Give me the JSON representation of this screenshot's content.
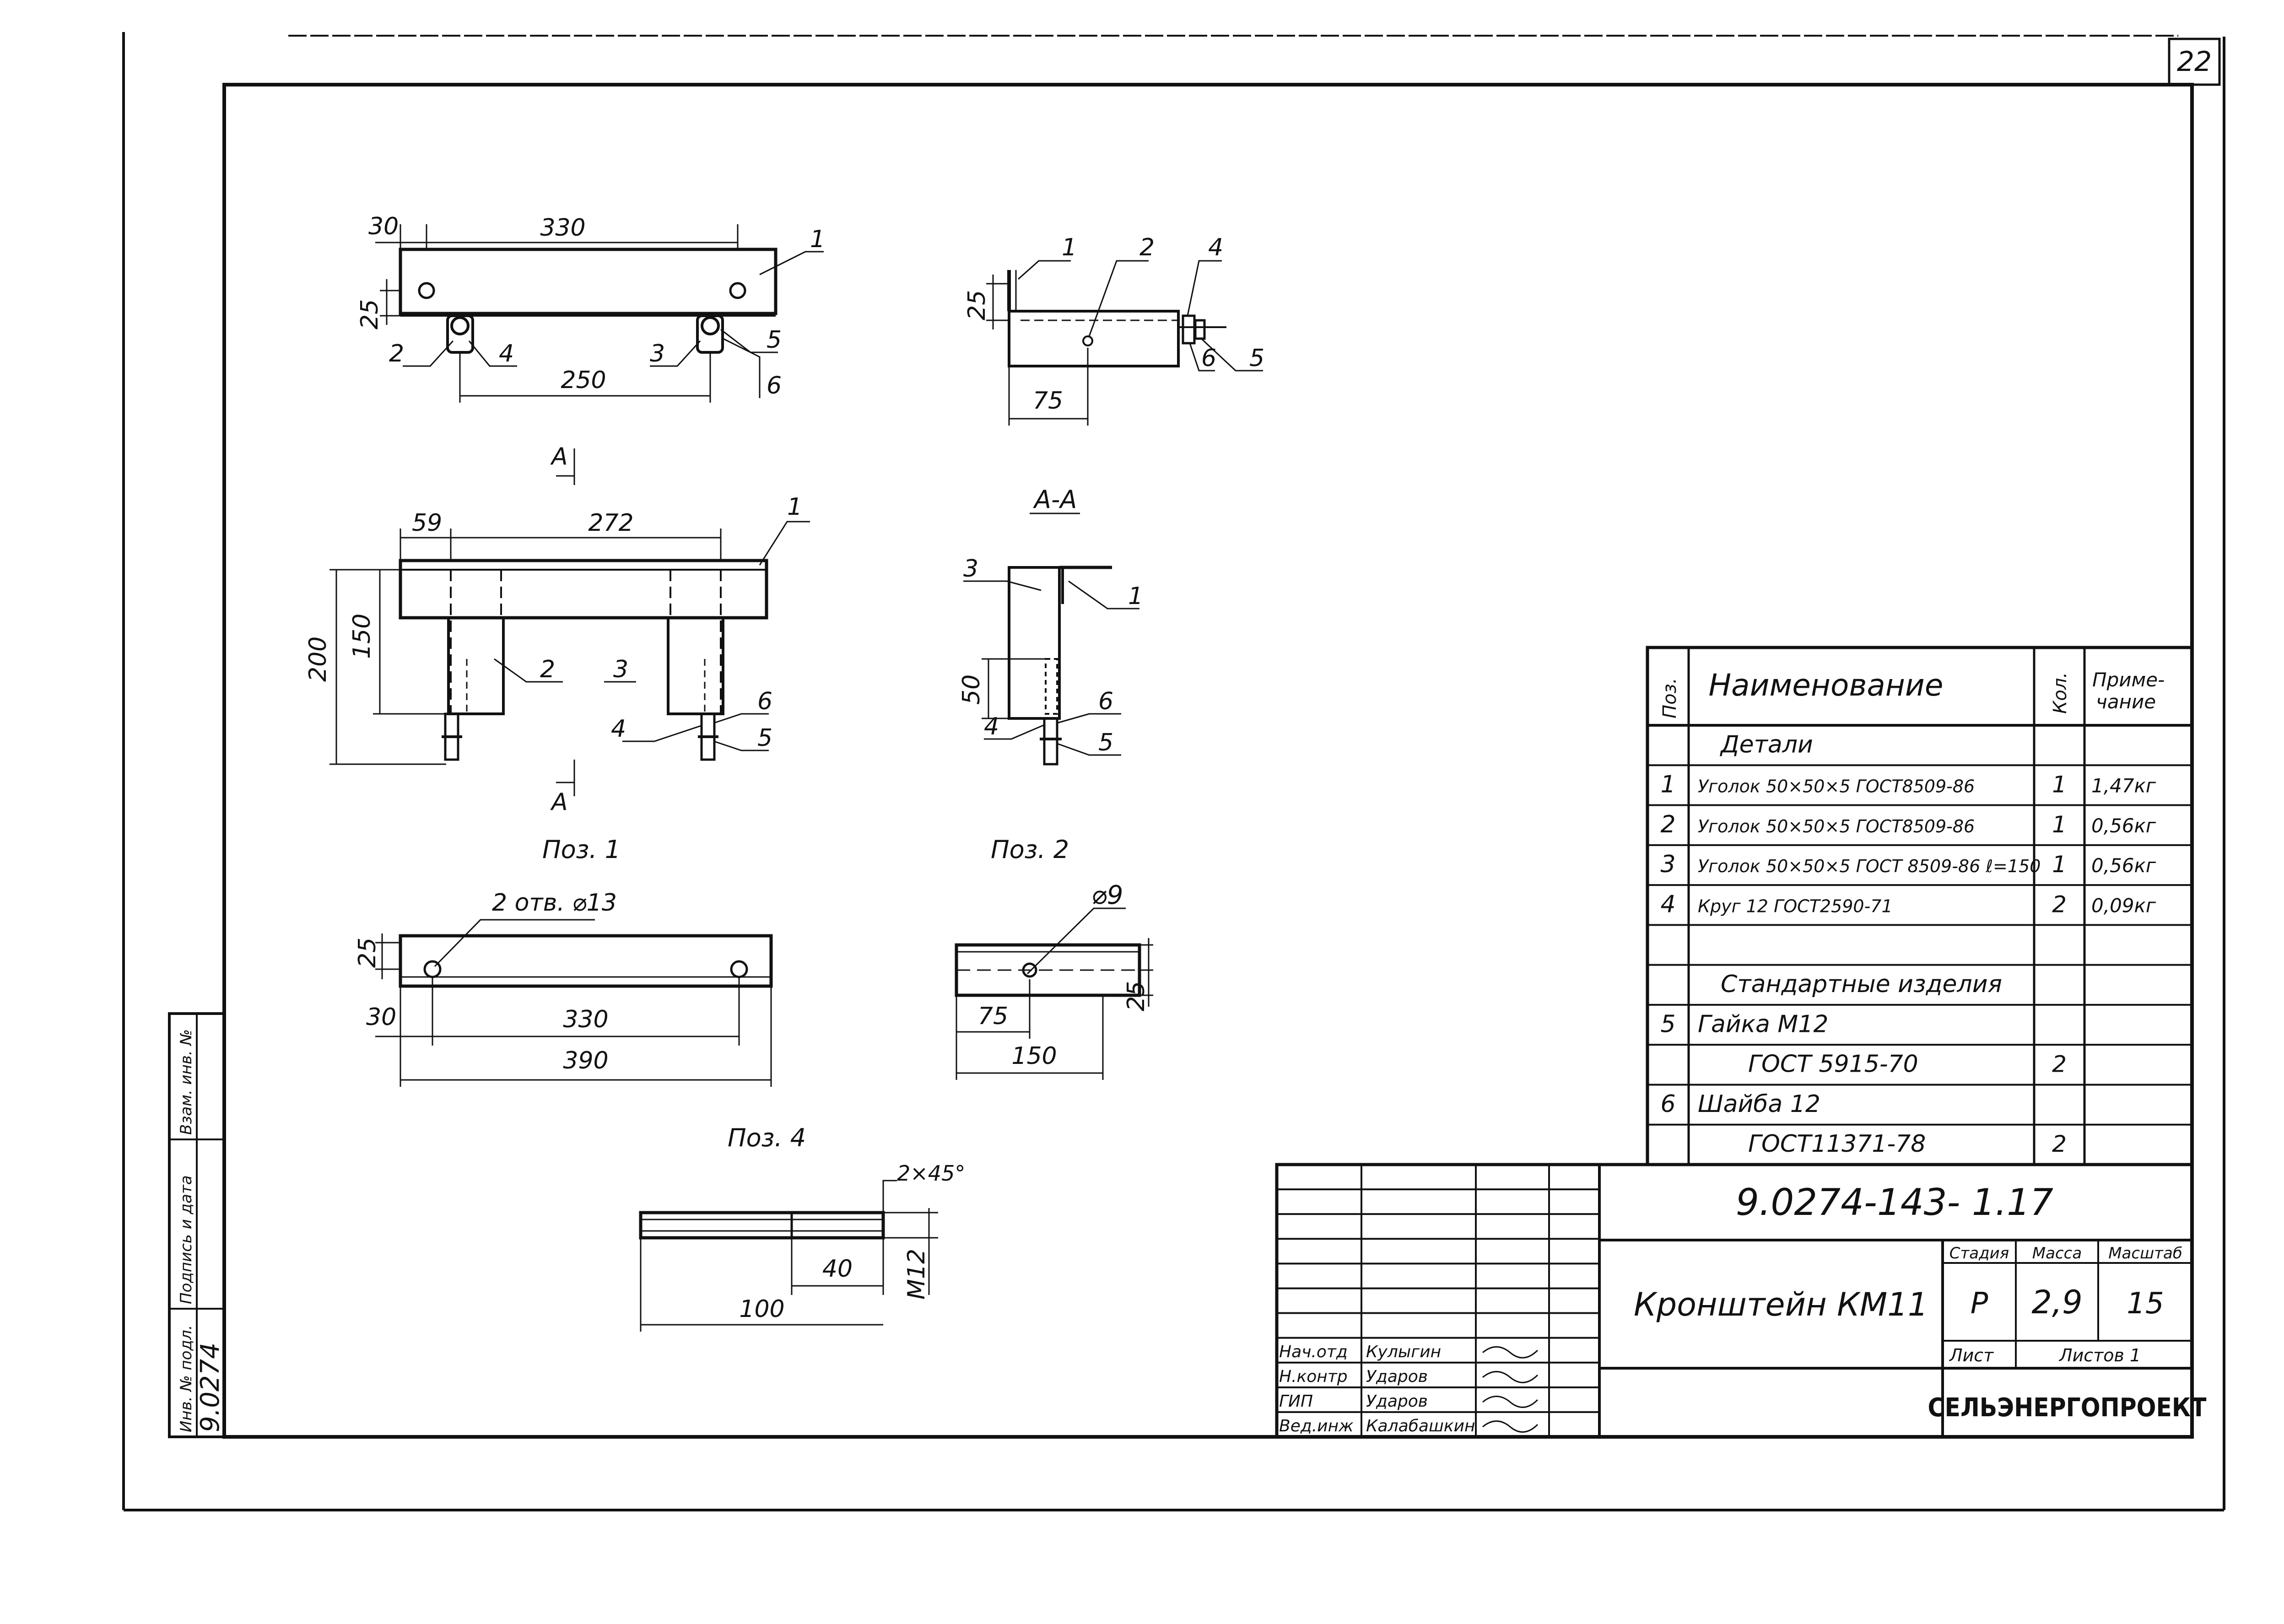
{
  "sheet_number": "22",
  "views": {
    "top": {
      "dims": {
        "d30": "30",
        "d330": "330",
        "d25": "25",
        "d250": "250"
      },
      "leaders": [
        "1",
        "2",
        "3",
        "4",
        "5",
        "6"
      ]
    },
    "side": {
      "dims": {
        "d25": "25",
        "d75": "75"
      },
      "leaders": [
        "1",
        "2",
        "4",
        "6",
        "5"
      ]
    },
    "front": {
      "section_mark": "А",
      "dims": {
        "d59": "59",
        "d272": "272",
        "d200": "200",
        "d150": "150"
      },
      "leaders": [
        "1",
        "2",
        "3",
        "4",
        "6",
        "5"
      ]
    },
    "section_aa": {
      "title": "А-А",
      "dims": {
        "d50": "50"
      },
      "leaders": [
        "3",
        "1",
        "6",
        "4",
        "5"
      ]
    },
    "pos1": {
      "title": "Поз. 1",
      "holes": "2 отв. ⌀13",
      "dims": {
        "d25": "25",
        "d30": "30",
        "d330": "330",
        "d390": "390"
      }
    },
    "pos2": {
      "title": "Поз. 2",
      "hole": "⌀9",
      "dims": {
        "d25": "25",
        "d75": "75",
        "d150": "150"
      }
    },
    "pos4": {
      "title": "Поз. 4",
      "chamfer": "2×45°",
      "dims": {
        "d40": "40",
        "d100": "100",
        "thread": "М12"
      }
    }
  },
  "spec_table": {
    "headers": {
      "pos": "Поз.",
      "name": "Наименование",
      "qty": "Кол.",
      "note": "Приме-\nчание"
    },
    "rows": [
      {
        "pos": "",
        "name": "Детали",
        "qty": "",
        "note": ""
      },
      {
        "pos": "1",
        "name": "Уголок 50×50×5 ГОСТ8509-86",
        "qty": "1",
        "note": "1,47кг"
      },
      {
        "pos": "2",
        "name": "Уголок 50×50×5 ГОСТ8509-86",
        "qty": "1",
        "note": "0,56кг"
      },
      {
        "pos": "3",
        "name": "Уголок 50×50×5 ГОСТ 8509-86 ℓ=150",
        "qty": "1",
        "note": "0,56кг"
      },
      {
        "pos": "4",
        "name": "Круг 12 ГОСТ2590-71",
        "qty": "2",
        "note": "0,09кг"
      },
      {
        "pos": "",
        "name": "",
        "qty": "",
        "note": ""
      },
      {
        "pos": "",
        "name": "Стандартные изделия",
        "qty": "",
        "note": ""
      },
      {
        "pos": "5",
        "name": "Гайка М12",
        "qty": "",
        "note": ""
      },
      {
        "pos": "",
        "name": "ГОСТ 5915-70",
        "qty": "2",
        "note": ""
      },
      {
        "pos": "6",
        "name": "Шайба 12",
        "qty": "",
        "note": ""
      },
      {
        "pos": "",
        "name": "ГОСТ11371-78",
        "qty": "2",
        "note": ""
      }
    ]
  },
  "title_block": {
    "doc_code": "9.0274-143- 1.17",
    "product_name": "Кронштейн КМ11",
    "stage_label": "Стадия",
    "mass_label": "Масса",
    "scale_label": "Масштаб",
    "stage": "Р",
    "mass": "2,9",
    "scale": "15",
    "sheet_label": "Лист",
    "sheets_label": "Листов 1",
    "organization": "СЕЛЬЭНЕРГОПРОЕКТ",
    "signatures": [
      {
        "role": "Нач.отд",
        "name": "Кулыгин"
      },
      {
        "role": "Н.контр",
        "name": "Ударов"
      },
      {
        "role": "ГИП",
        "name": "Ударов"
      },
      {
        "role": "Вед.инж",
        "name": "Калабашкин"
      }
    ]
  },
  "side_stamp": {
    "inv_podl": "Инв. № подл.",
    "podpis_data": "Подпись и дата",
    "vzam_inv": "Взам. инв. №",
    "inv_value": "9.0274"
  }
}
